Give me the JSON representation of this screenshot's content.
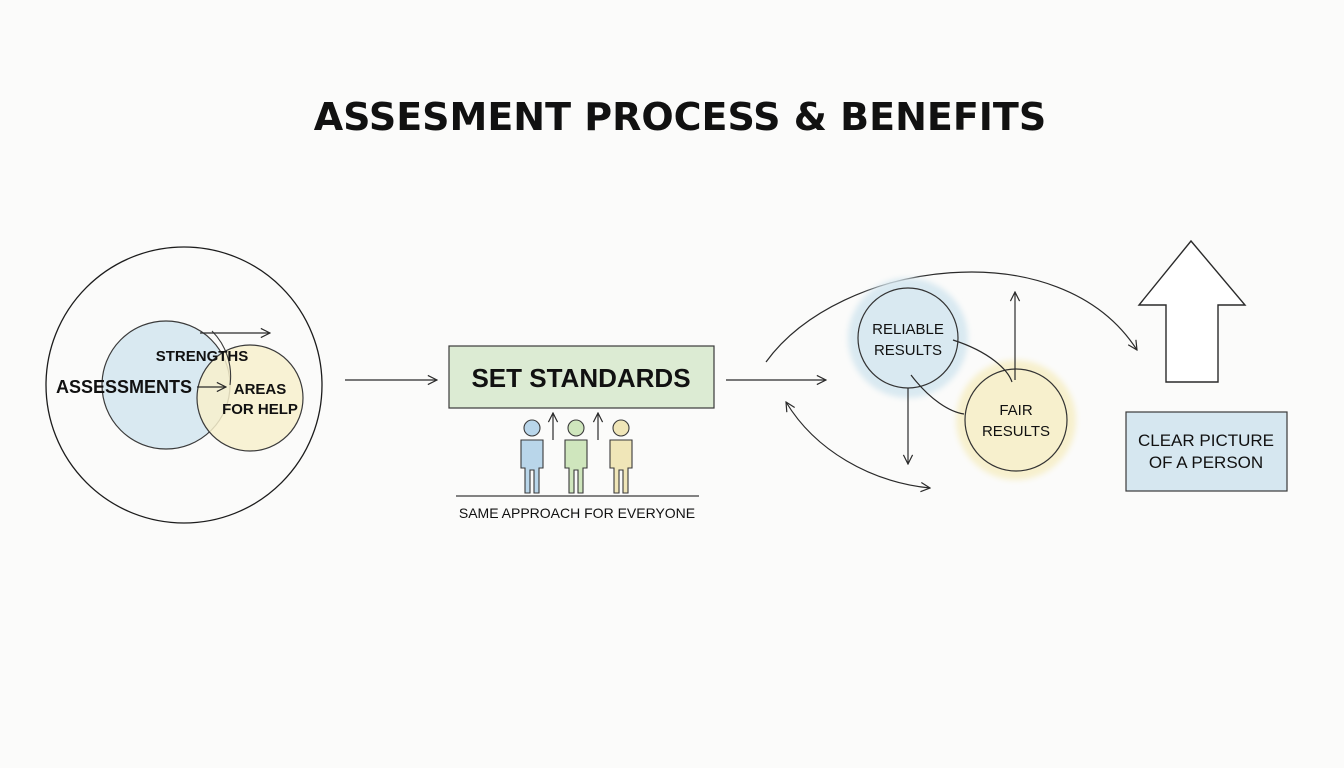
{
  "title": "ASSESMENT PROCESS & BENEFITS",
  "assessment": {
    "center_label": "ASSESSMENTS",
    "strengths_label": "STRENGTHS",
    "help_label_line1": "AREAS",
    "help_label_line2": "FOR HELP"
  },
  "standards": {
    "box_label": "SET STANDARDS",
    "caption": "SAME APPROACH FOR EVERYONE"
  },
  "results": {
    "reliable_line1": "RELIABLE",
    "reliable_line2": "RESULTS",
    "fair_line1": "FAIR",
    "fair_line2": "RESULTS"
  },
  "outcome": {
    "line1": "CLEAR PICTURE",
    "line2": "OF A PERSON"
  },
  "colors": {
    "blue_fill": "#d9e9f1",
    "yellow_fill": "#f7f0cd",
    "green_fill": "#dcebd3",
    "outcome_fill": "#d6e7f0",
    "person_blue": "#b9d6ea",
    "person_green": "#cfe6bd",
    "person_yellow": "#f0e6b8"
  },
  "icons": [
    "up-arrow-icon",
    "person-icon"
  ]
}
